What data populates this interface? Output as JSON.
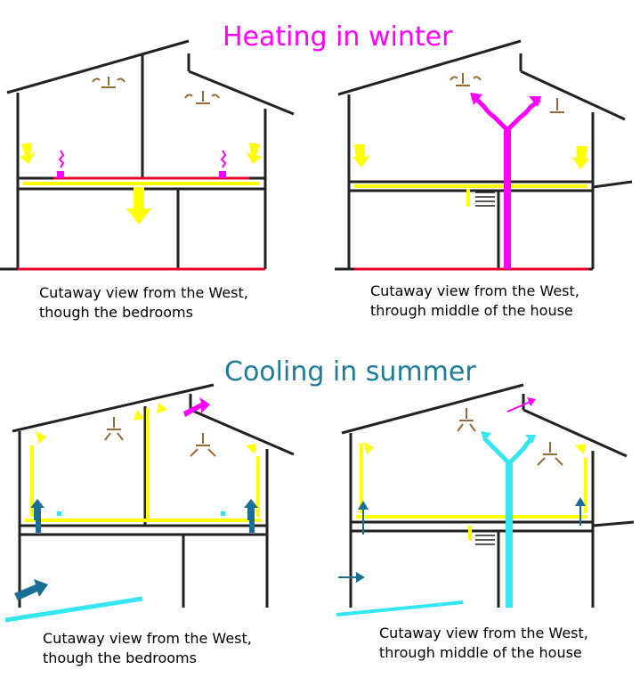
{
  "headings": {
    "winter": "Heating in winter",
    "summer": "Cooling in summer"
  },
  "captions": {
    "p1": {
      "line1": "Cutaway view from the West,",
      "line2": "though the bedrooms"
    },
    "p2": {
      "line1": "Cutaway view from the West,",
      "line2": "through middle of the house"
    },
    "p3": {
      "line1": "Cutaway view from the West,",
      "line2": "though the bedrooms"
    },
    "p4": {
      "line1": "Cutaway view from the West,",
      "line2": "through middle of the house"
    }
  },
  "colors": {
    "winter_heading": "#ff00ff",
    "summer_heading": "#1a7b9a",
    "structure": "#222222",
    "warm_air": "#ffff00",
    "heat_source": "#e8002a",
    "heated_flow": "#ff00ff",
    "cool_air": "#1a6f94",
    "cool_flow": "#33e6f0",
    "fan": "#9b6a3a"
  },
  "icons": [
    "ceiling-fan-icon",
    "airflow-arrow-icon",
    "stair-icon"
  ]
}
